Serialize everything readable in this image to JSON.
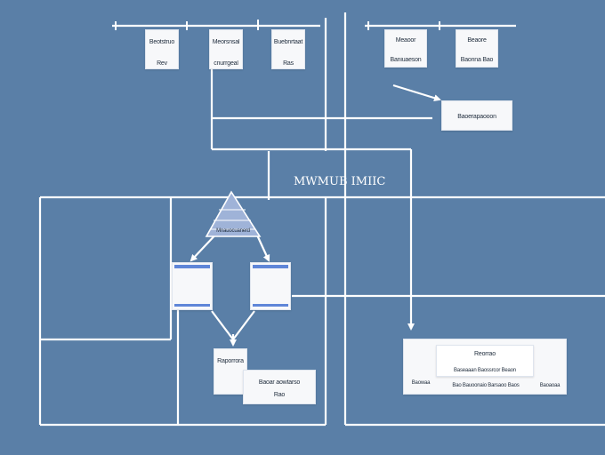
{
  "diagram": {
    "title": "MWMUB IMIIC"
  },
  "boxes": {
    "top_box_1": {
      "line1": "Beotstruo",
      "line2": "Rev"
    },
    "top_box_2": {
      "line1": "Meorsnsal",
      "line2": "cnurrgeal"
    },
    "top_box_3": {
      "line1": "Buebnrtaat",
      "line2": "Ras"
    },
    "top_right_box_1": {
      "line1": "Meaoor",
      "line2": "Baniuaeson"
    },
    "top_right_box_2": {
      "line1": "Beaore",
      "line2": "Baonna  Bao"
    },
    "annotation_box": {
      "line1": "Baoerapaooon"
    },
    "triangle_label": {
      "line1": "Mnauocuanerd"
    },
    "blue_box_left": {
      "line1": ""
    },
    "blue_box_right": {
      "line1": ""
    },
    "bottom_mid_box": {
      "line1": "Raporrora"
    },
    "bottom_mid_box_2": {
      "line1": "Baoar aowtarso",
      "line2": "Rao"
    },
    "bottom_right_panel": {
      "title": "Reorrao",
      "subtitle": "Baseaaan  Baossrcor  Beaon",
      "left_label": "Baowaa",
      "mid_label": "Bao  Bauoonaio  Barsaoo  Baos",
      "right_label": "Baoaoaa"
    }
  },
  "colors": {
    "background": "#5a7fa7",
    "line": "#ffffff",
    "box_fill": "#f7f8fa",
    "accent_blue": "#5f86d8",
    "triangle_fill": "#9fb3d8"
  }
}
